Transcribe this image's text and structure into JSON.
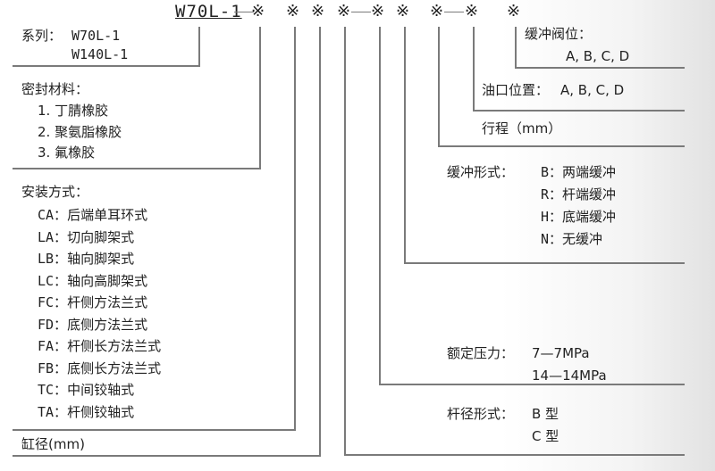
{
  "header": {
    "model": "W70L-1",
    "dash": "—",
    "marks": [
      "※",
      "※",
      "※",
      "※",
      "※",
      "※",
      "※",
      "※",
      "※"
    ]
  },
  "series": {
    "label": "系列：",
    "values": [
      "W70L-1",
      "W140L-1"
    ]
  },
  "seal_material": {
    "title": "密封材料：",
    "items": [
      "1. 丁腈橡胶",
      "2. 聚氨脂橡胶",
      "3.  氟橡胶"
    ]
  },
  "mounting": {
    "title": "安装方式：",
    "items": [
      {
        "code": "CA：",
        "label": "后端单耳环式"
      },
      {
        "code": "LA：",
        "label": "切向脚架式"
      },
      {
        "code": "LB：",
        "label": "轴向脚架式"
      },
      {
        "code": "LC：",
        "label": "轴向高脚架式"
      },
      {
        "code": "FC：",
        "label": "杆侧方法兰式"
      },
      {
        "code": "FD：",
        "label": "底侧方法兰式"
      },
      {
        "code": "FA：",
        "label": "杆侧长方法兰式"
      },
      {
        "code": "FB：",
        "label": "底侧长方法兰式"
      },
      {
        "code": "TC：",
        "label": "中间铰轴式"
      },
      {
        "code": "TA：",
        "label": "杆侧铰轴式"
      }
    ]
  },
  "bore": {
    "label": "缸径(mm)"
  },
  "cushion_valve": {
    "title": "缓冲阀位：",
    "options": "A, B, C, D"
  },
  "port_position": {
    "title": "油口位置：",
    "options": "A, B, C, D"
  },
  "stroke": {
    "label": "行程（mm）"
  },
  "cushion_type": {
    "title": "缓冲形式：",
    "items": [
      {
        "code": "B：",
        "label": "两端缓冲"
      },
      {
        "code": "R：",
        "label": "杆端缓冲"
      },
      {
        "code": "H：",
        "label": "底端缓冲"
      },
      {
        "code": "N：",
        "label": "无缓冲"
      }
    ]
  },
  "rated_pressure": {
    "title": "额定压力：",
    "items": [
      "7—7MPa",
      "14—14MPa"
    ]
  },
  "rod_type": {
    "title": "杆径形式：",
    "items": [
      "B 型",
      "C 型"
    ]
  }
}
